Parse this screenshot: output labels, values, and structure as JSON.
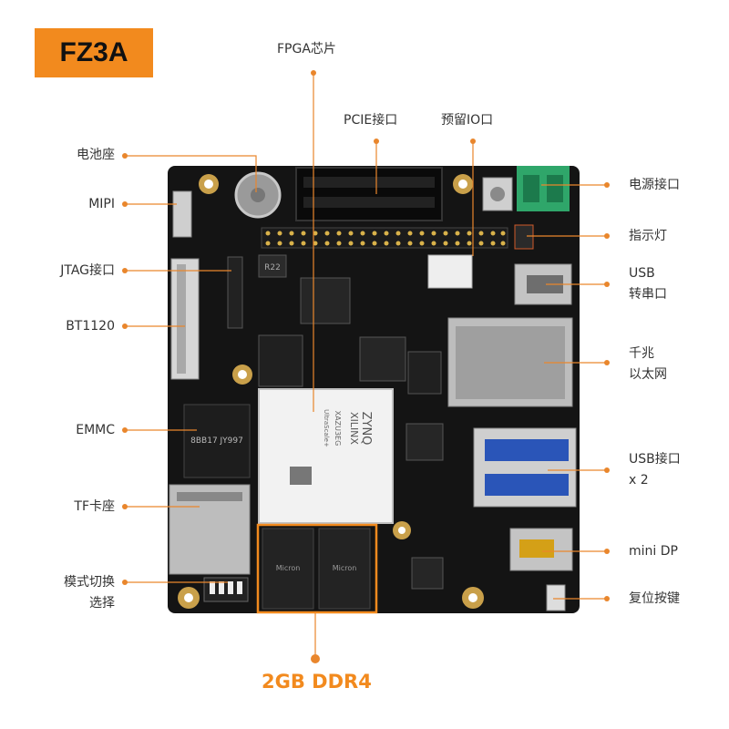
{
  "badge": "FZ3A",
  "labels": {
    "fpga": "FPGA芯片",
    "pcie": "PCIE接口",
    "reserved_io": "预留IO口",
    "battery": "电池座",
    "mipi": "MIPI",
    "jtag": "JTAG接口",
    "bt1120": "BT1120",
    "emmc": "EMMC",
    "tf": "TF卡座",
    "mode_line1": "模式切换",
    "mode_line2": "选择",
    "power": "电源接口",
    "indicator": "指示灯",
    "usb_serial_line1": "USB",
    "usb_serial_line2": "转串口",
    "ethernet_line1": "千兆",
    "ethernet_line2": "以太网",
    "usb_x2_line1": "USB接口",
    "usb_x2_line2": "x 2",
    "minidp": "mini DP",
    "reset": "复位按键",
    "ddr": "2GB DDR4"
  },
  "chip_text": {
    "brand_line1": "XILINX",
    "brand_line2": "ZYNQ",
    "part": "XAZU3EG",
    "series": "UltraScale+",
    "emmc_code": "8BB17 JY997",
    "ddr_code": "Micron",
    "board_ref": "R22"
  },
  "colors": {
    "accent": "#F28A1E",
    "pcb": "#141414",
    "leader": "#E9862C"
  }
}
